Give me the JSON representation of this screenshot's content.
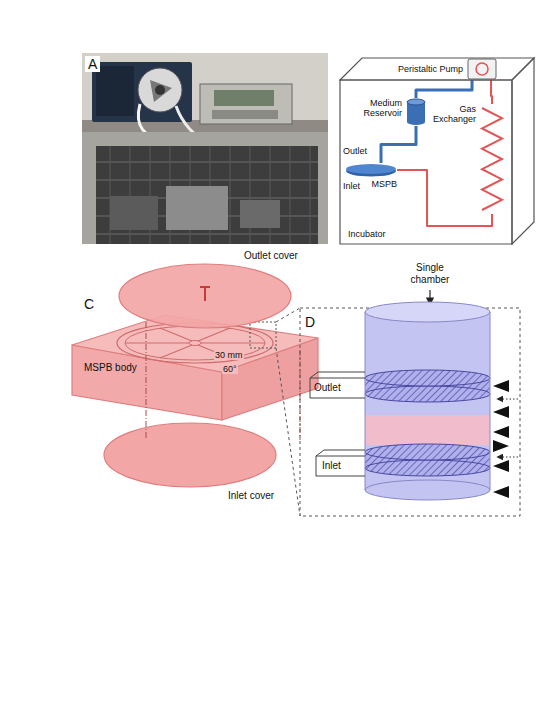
{
  "diagram": {
    "nodes": [
      {
        "text": [
          "Incubator"
        ]
      },
      {
        "text": [
          "Peristaltic Pump"
        ],
        "in": 0
      },
      {
        "text": [
          "Medium Reservoir"
        ],
        "in": 0
      },
      {
        "text": [
          "MSPB"
        ],
        "in": 0
      },
      {
        "text": [
          "Gas Exchanger"
        ],
        "in": 0
      }
    ],
    "edges": [
      {
        "from": 1,
        "to": 2,
        "arrow": "none"
      },
      {
        "from": 2,
        "to": 3,
        "arrow": "none"
      },
      {
        "from": 3,
        "to": 4,
        "arrow": "none"
      },
      {
        "from": 4,
        "to": 1,
        "arrow": "none"
      }
    ],
    "labels": [
      "A",
      "Outlet",
      "Inlet",
      "C",
      "Outlet cover",
      "MSPB body",
      "30 mm",
      "60°",
      "Inlet cover",
      "D",
      "Single chamber",
      "Outlet",
      "Inlet"
    ]
  }
}
